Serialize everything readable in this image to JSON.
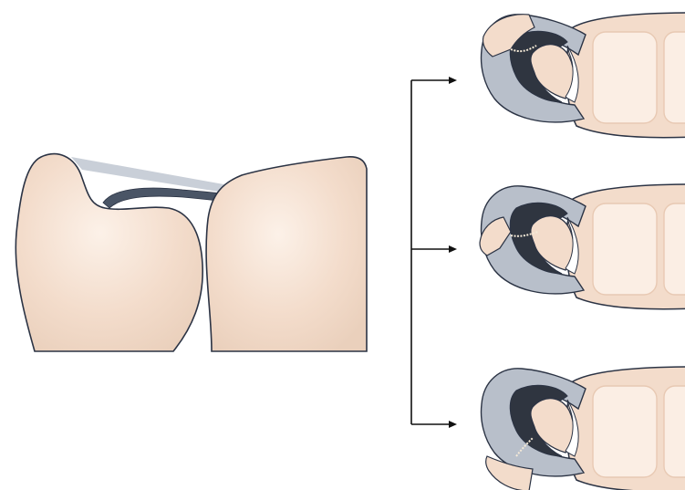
{
  "diagram": {
    "colors": {
      "bone": "#f3dccb",
      "bone_highlight": "#fbeee4",
      "bone_shadow": "#e8c9b3",
      "outline": "#2b3344",
      "ligament_dark": "#4a5566",
      "ligament_light": "#b8bfca",
      "cartilage_dark": "#2f3540",
      "joint_gap": "#ffffff",
      "arrow": "#111111"
    },
    "left_panel": {
      "structures": [
        "proximal-bone",
        "distal-bone",
        "dorsal-ligament-band",
        "palmar-ligament-band"
      ]
    },
    "branching_arrow": {
      "targets": [
        "variant-top",
        "variant-middle",
        "variant-bottom"
      ]
    },
    "variants": [
      {
        "id": "variant-top",
        "fracture": "dorsal-fragment"
      },
      {
        "id": "variant-middle",
        "fracture": "central-split"
      },
      {
        "id": "variant-bottom",
        "fracture": "palmar-fragment"
      }
    ]
  }
}
